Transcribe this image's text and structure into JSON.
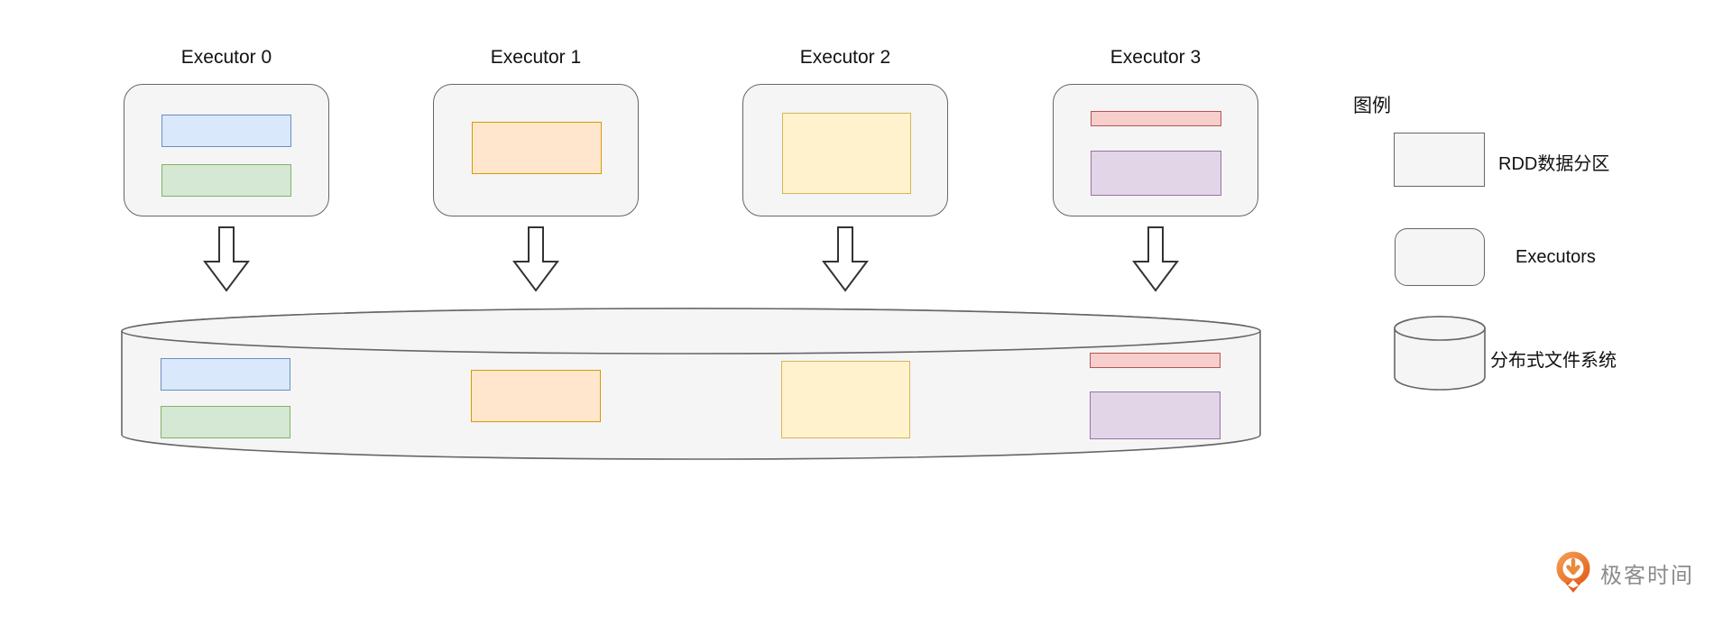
{
  "executors": [
    {
      "label": "Executor 0",
      "partitions": [
        "blue",
        "green"
      ]
    },
    {
      "label": "Executor 1",
      "partitions": [
        "orange"
      ]
    },
    {
      "label": "Executor 2",
      "partitions": [
        "yellow"
      ]
    },
    {
      "label": "Executor 3",
      "partitions": [
        "red",
        "purple"
      ]
    }
  ],
  "file_system": {
    "partitions": [
      "blue",
      "green",
      "orange",
      "yellow",
      "red",
      "purple"
    ]
  },
  "legend": {
    "title": "图例",
    "items": [
      {
        "shape": "rectangle",
        "label": "RDD数据分区"
      },
      {
        "shape": "rounded-rectangle",
        "label": "Executors"
      },
      {
        "shape": "cylinder",
        "label": "分布式文件系统"
      }
    ]
  },
  "watermark": {
    "brand": "极客时间",
    "text_color": "#8b8b8b",
    "accent_color": "#ED6A1F"
  },
  "colors": {
    "blue": {
      "fill": "#dae8fc",
      "stroke": "#6c8ebf"
    },
    "green": {
      "fill": "#d5e8d4",
      "stroke": "#82b366"
    },
    "orange": {
      "fill": "#ffe6cc",
      "stroke": "#d79b00"
    },
    "yellow": {
      "fill": "#fff2cc",
      "stroke": "#d6b656"
    },
    "red": {
      "fill": "#f8cecc",
      "stroke": "#b85450"
    },
    "purple": {
      "fill": "#e1d5e7",
      "stroke": "#9673a6"
    },
    "container": {
      "fill": "#f5f5f5",
      "stroke": "#666666"
    }
  }
}
